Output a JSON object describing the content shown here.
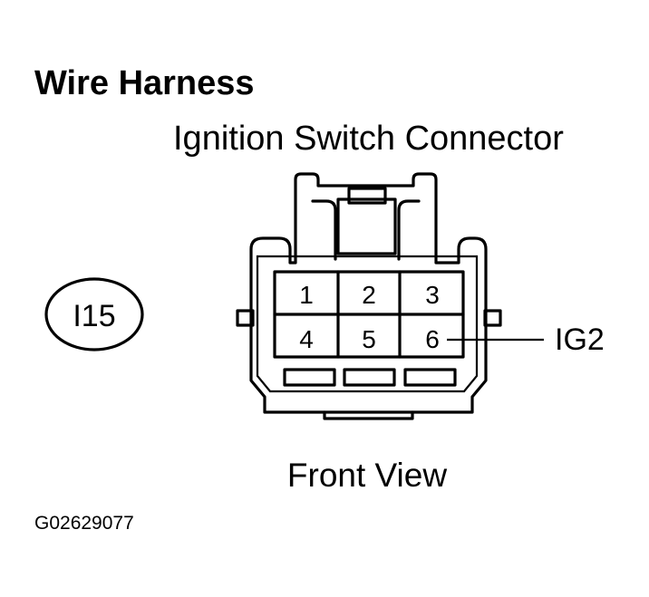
{
  "title": "Wire Harness",
  "subtitle": "Ignition Switch Connector",
  "connector_id": "I15",
  "view_label": "Front View",
  "figure_id": "G02629077",
  "pins": [
    "1",
    "2",
    "3",
    "4",
    "5",
    "6"
  ],
  "callout": {
    "pin": "6",
    "signal": "IG2"
  }
}
